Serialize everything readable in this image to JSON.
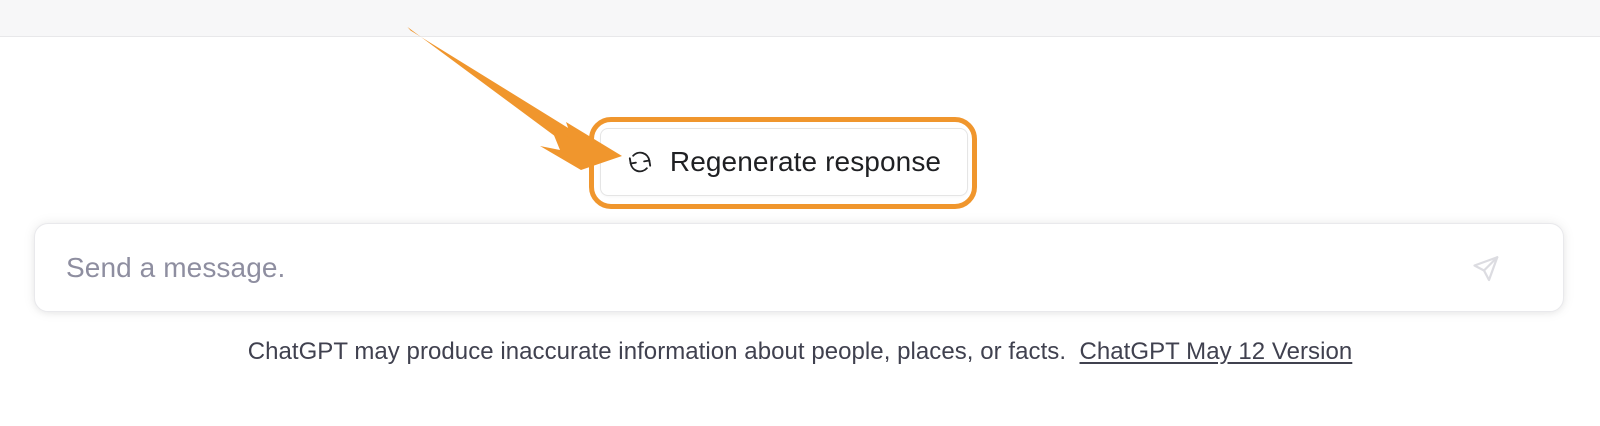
{
  "app": {
    "name": "ChatGPT"
  },
  "top_bar": {
    "background": "#f7f7f8"
  },
  "regenerate": {
    "label": "Regenerate response",
    "icon": "refresh-icon",
    "text_color": "#1f2023",
    "background": "#ffffff",
    "border_color": "#e5e5e5"
  },
  "annotation": {
    "color": "#f0962d",
    "arrow": "orange-tapered-arrow",
    "highlight": "orange-rounded-rectangle"
  },
  "composer": {
    "placeholder": "Send a message.",
    "value": "",
    "send_icon": "paper-plane-icon",
    "send_icon_color": "#dcdce1",
    "background": "#ffffff"
  },
  "footer": {
    "disclaimer": "ChatGPT may produce inaccurate information about people, places, or facts.",
    "version_link": "ChatGPT May 12 Version",
    "text_color": "#40414f"
  }
}
